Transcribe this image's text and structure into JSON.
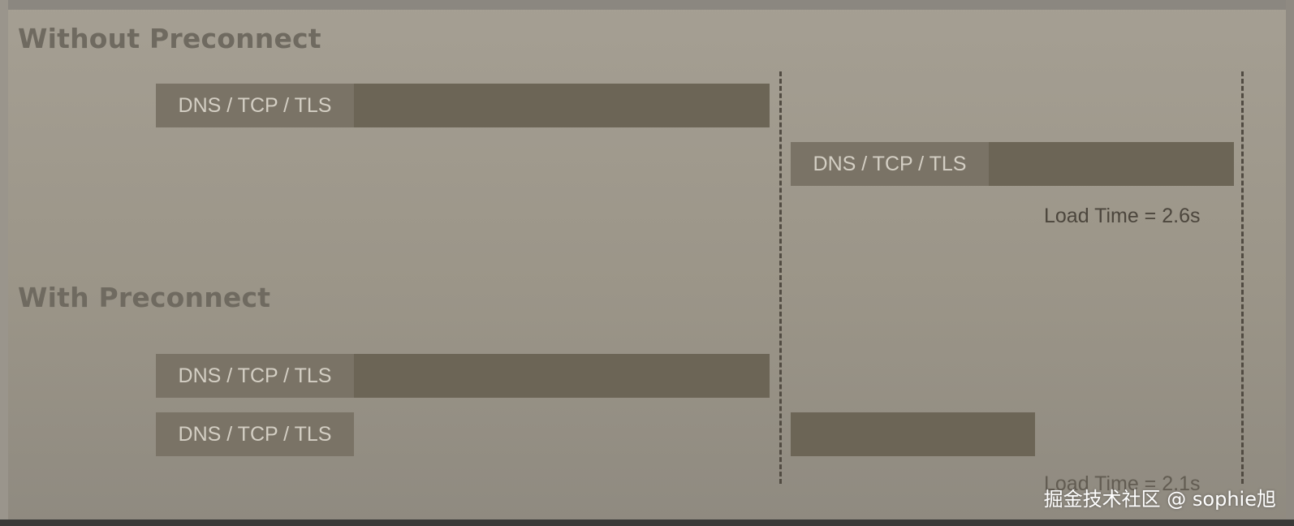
{
  "diagram": {
    "sections": [
      {
        "title": "Without Preconnect",
        "rows": [
          {
            "label": "DNS / TCP / TLS"
          },
          {
            "label": "DNS / TCP / TLS"
          }
        ],
        "load_time": "Load Time = 2.6s"
      },
      {
        "title": "With Preconnect",
        "rows": [
          {
            "label": "DNS / TCP / TLS"
          },
          {
            "label": "DNS / TCP / TLS"
          }
        ],
        "load_time": "Load Time = 2.1s"
      }
    ]
  },
  "watermark": "掘金技术社区 @ sophie旭",
  "colors": {
    "background": "#9c978e",
    "bar": "#6c6556",
    "label_box": "#7a7366",
    "title_text": "#6f6a60",
    "divider": "#514b42"
  }
}
